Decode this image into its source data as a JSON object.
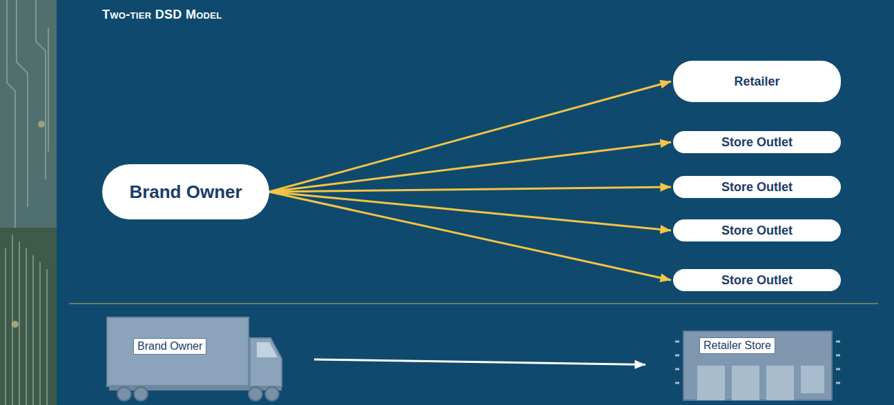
{
  "diagram": {
    "title": "Two-tier DSD Model",
    "nodes": [
      {
        "text": [
          "Brand Owner"
        ]
      },
      {
        "text": [
          "Retailer"
        ]
      },
      {
        "text": [
          "Store Outlet"
        ]
      },
      {
        "text": [
          "Store Outlet"
        ]
      },
      {
        "text": [
          "Store Outlet"
        ]
      },
      {
        "text": [
          "Store Outlet"
        ]
      },
      {
        "text": [
          "Brand Owner"
        ]
      },
      {
        "text": [
          "Retailer Store"
        ]
      }
    ],
    "edges": [
      {
        "from": 0,
        "to": 1,
        "arrow": "to"
      },
      {
        "from": 0,
        "to": 2,
        "arrow": "to"
      },
      {
        "from": 0,
        "to": 3,
        "arrow": "to"
      },
      {
        "from": 0,
        "to": 4,
        "arrow": "to"
      },
      {
        "from": 0,
        "to": 5,
        "arrow": "to"
      },
      {
        "from": 6,
        "to": 7,
        "arrow": "to"
      }
    ]
  }
}
